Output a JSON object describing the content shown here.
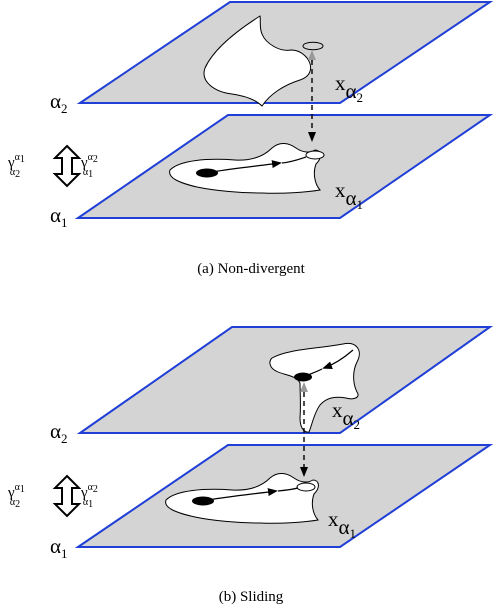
{
  "panels": [
    {
      "caption": "(a)  Non-divergent",
      "x_label": {
        "base": "x",
        "sub": "α",
        "sub_index": "2"
      },
      "x_label_lower": {
        "base": "x",
        "sub": "α",
        "sub_index": "1"
      },
      "plane_upper": {
        "base": "α",
        "index": "2"
      },
      "plane_lower": {
        "base": "α",
        "index": "1"
      },
      "transitions": {
        "down": {
          "base": "γ",
          "sup": "α",
          "sup_index": "1",
          "sub": "α",
          "sub_index": "2"
        },
        "up": {
          "base": "γ",
          "sup": "α",
          "sup_index": "2",
          "sub": "α",
          "sub_index": "1"
        }
      }
    },
    {
      "caption": "(b)  Sliding",
      "x_label": {
        "base": "x",
        "sub": "α",
        "sub_index": "2"
      },
      "x_label_lower": {
        "base": "x",
        "sub": "α",
        "sub_index": "1"
      },
      "plane_upper": {
        "base": "α",
        "index": "2"
      },
      "plane_lower": {
        "base": "α",
        "index": "1"
      },
      "transitions": {
        "down": {
          "base": "γ",
          "sup": "α",
          "sup_index": "1",
          "sub": "α",
          "sub_index": "2"
        },
        "up": {
          "base": "γ",
          "sup": "α",
          "sup_index": "2",
          "sub": "α",
          "sub_index": "1"
        }
      }
    }
  ],
  "colors": {
    "plane_fill": "#d4d4d4",
    "plane_edge": "#1f3fd6",
    "region_fill": "#ffffff",
    "ink": "#000000",
    "arrow_gray": "#9a9a9a"
  }
}
